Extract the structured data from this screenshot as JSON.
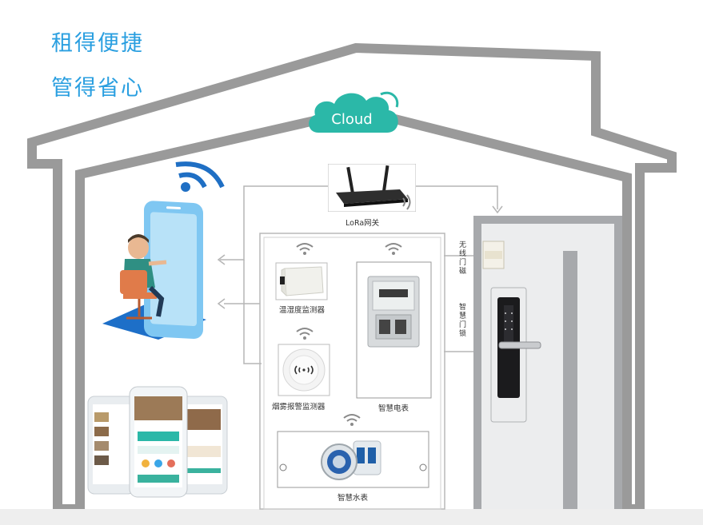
{
  "slogans": {
    "line1": "租得便捷",
    "line2": "管得省心"
  },
  "cloud": {
    "label": "Cloud",
    "color": "#2bb8a8"
  },
  "gateway": {
    "label": "LoRa网关"
  },
  "devices": {
    "humidity_sensor": "温湿度监测器",
    "smoke_detector": "烟雾报警监测器",
    "electric_meter": "智慧电表",
    "water_meter": "智慧水表"
  },
  "door": {
    "magnet_label": "无线门磁",
    "lock_label": "智慧门锁"
  },
  "colors": {
    "slogan": "#2a9fe0",
    "house_outline": "#9a9a9a",
    "phone_blue": "#3aa6e8",
    "door_frame": "#a7a9ac"
  }
}
